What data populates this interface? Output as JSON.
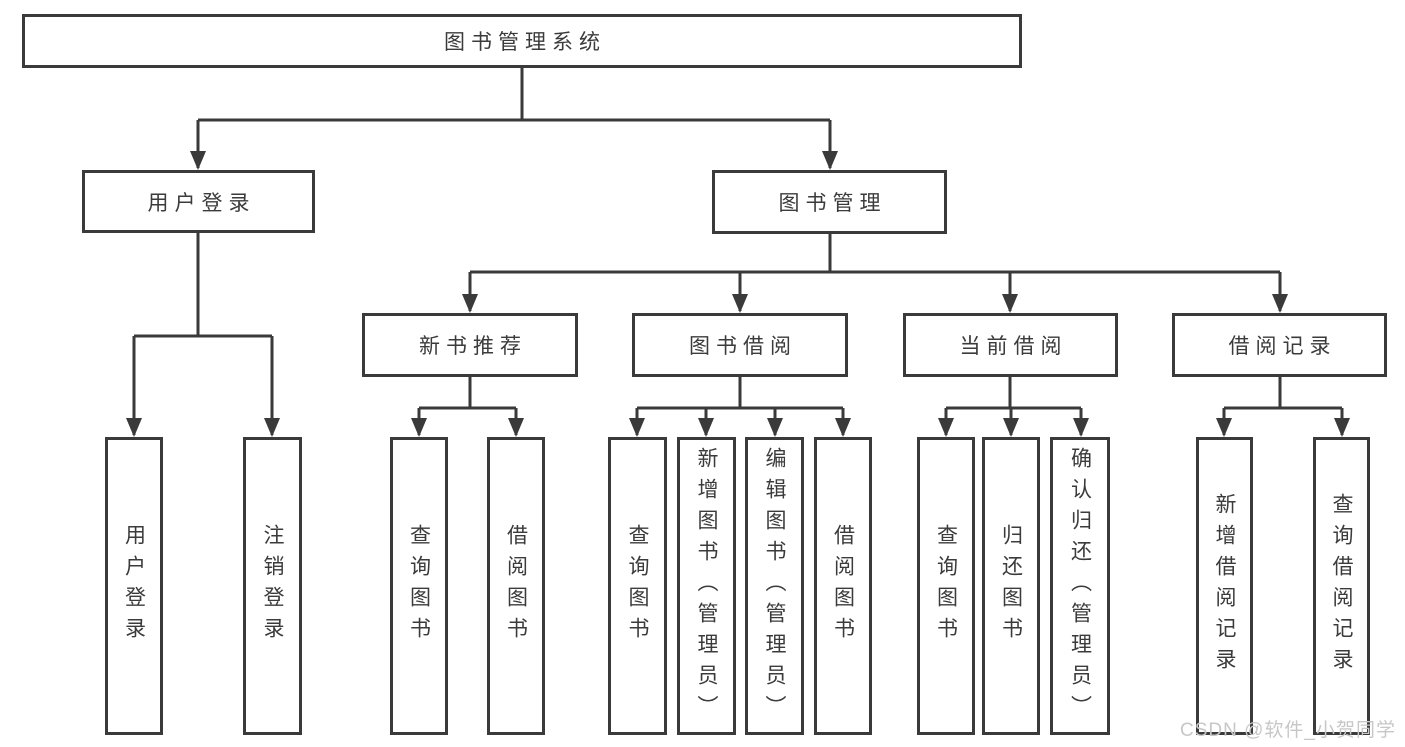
{
  "diagram": {
    "nodes": {
      "root": "图书管理系统",
      "user_login": "用户登录",
      "book_mgmt": "图书管理",
      "new_books": "新书推荐",
      "book_borrow": "图书借阅",
      "current_borrow": "当前借阅",
      "borrow_records": "借阅记录",
      "leaf_user_login": "用户登录",
      "leaf_logout": "注销登录",
      "leaf_nb_query": "查询图书",
      "leaf_nb_borrow": "借阅图书",
      "leaf_bb_query": "查询图书",
      "leaf_bb_add": "新增图书（管理员）",
      "leaf_bb_edit": "编辑图书（管理员）",
      "leaf_bb_borrow": "借阅图书",
      "leaf_cb_query": "查询图书",
      "leaf_cb_return": "归还图书",
      "leaf_cb_confirm": "确认归还（管理员）",
      "leaf_br_add": "新增借阅记录",
      "leaf_br_query": "查询借阅记录"
    },
    "watermark": "CSDN @软件_小贺同学",
    "colors": {
      "line": "#3a3a3a",
      "text": "#3b3b3b",
      "background": "#ffffff",
      "watermark": "#c7c7c7"
    }
  }
}
